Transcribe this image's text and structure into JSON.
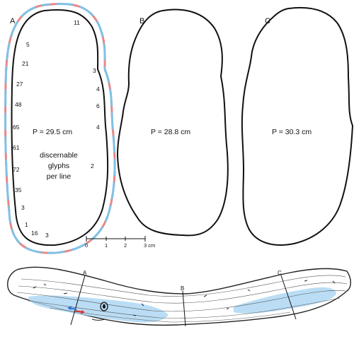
{
  "panels": [
    {
      "label": "A",
      "perimeter": "P = 29.5 cm",
      "note": [
        "discernable",
        "glyphs",
        "per line"
      ],
      "left_counts": [
        "5",
        "21",
        "27",
        "48",
        "65",
        "61",
        "72",
        "35",
        "3",
        "1",
        "16",
        "3"
      ],
      "right_counts": [
        "11",
        "3",
        "4",
        "6",
        "4",
        "2"
      ]
    },
    {
      "label": "B",
      "perimeter": "P = 28.8 cm"
    },
    {
      "label": "C",
      "perimeter": "P = 30.3 cm"
    }
  ],
  "scale_bar": {
    "ticks": [
      "0",
      "1",
      "2",
      "3 cm"
    ]
  },
  "section_marks": [
    "A",
    "B",
    "C"
  ],
  "colors": {
    "outline": "#111111",
    "dash_red": "#e8878a",
    "dash_blue": "#7fc1e6",
    "text_region": "#a9d4f2",
    "arrow_blue": "#2f6fd8",
    "arrow_red": "#e03030"
  }
}
